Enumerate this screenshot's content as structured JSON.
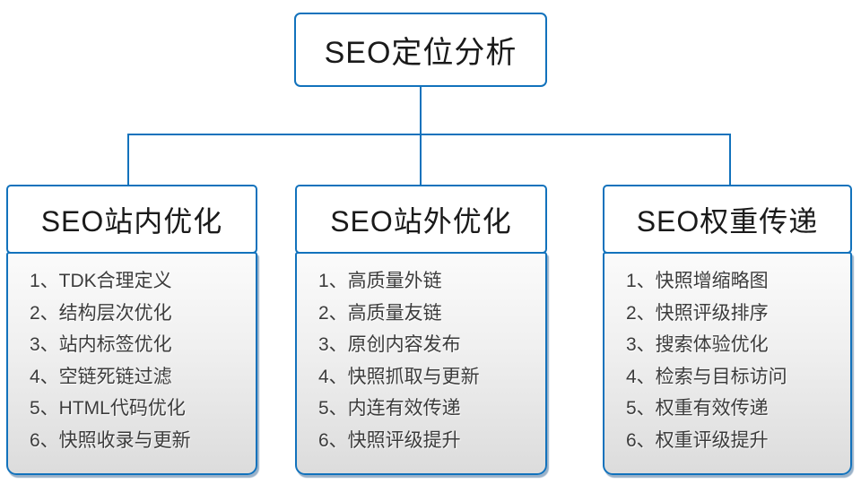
{
  "colors": {
    "accent": "#1272bc",
    "panel_top": "#fbfbfb",
    "panel_bottom": "#dcdcdc",
    "text_dark": "#1a1a1a",
    "text_item": "#3c3c3c"
  },
  "diagram": {
    "root": {
      "title": "SEO定位分析"
    },
    "branches": [
      {
        "title": "SEO站内优化",
        "items": [
          "1、TDK合理定义",
          "2、结构层次优化",
          "3、站内标签优化",
          "4、空链死链过滤",
          "5、HTML代码优化",
          "6、快照收录与更新"
        ]
      },
      {
        "title": "SEO站外优化",
        "items": [
          "1、高质量外链",
          "2、高质量友链",
          "3、原创内容发布",
          "4、快照抓取与更新",
          "5、内连有效传递",
          "6、快照评级提升"
        ]
      },
      {
        "title": "SEO权重传递",
        "items": [
          "1、快照增缩略图",
          "2、快照评级排序",
          "3、搜索体验优化",
          "4、检索与目标访问",
          "5、权重有效传递",
          "6、权重评级提升"
        ]
      }
    ]
  }
}
